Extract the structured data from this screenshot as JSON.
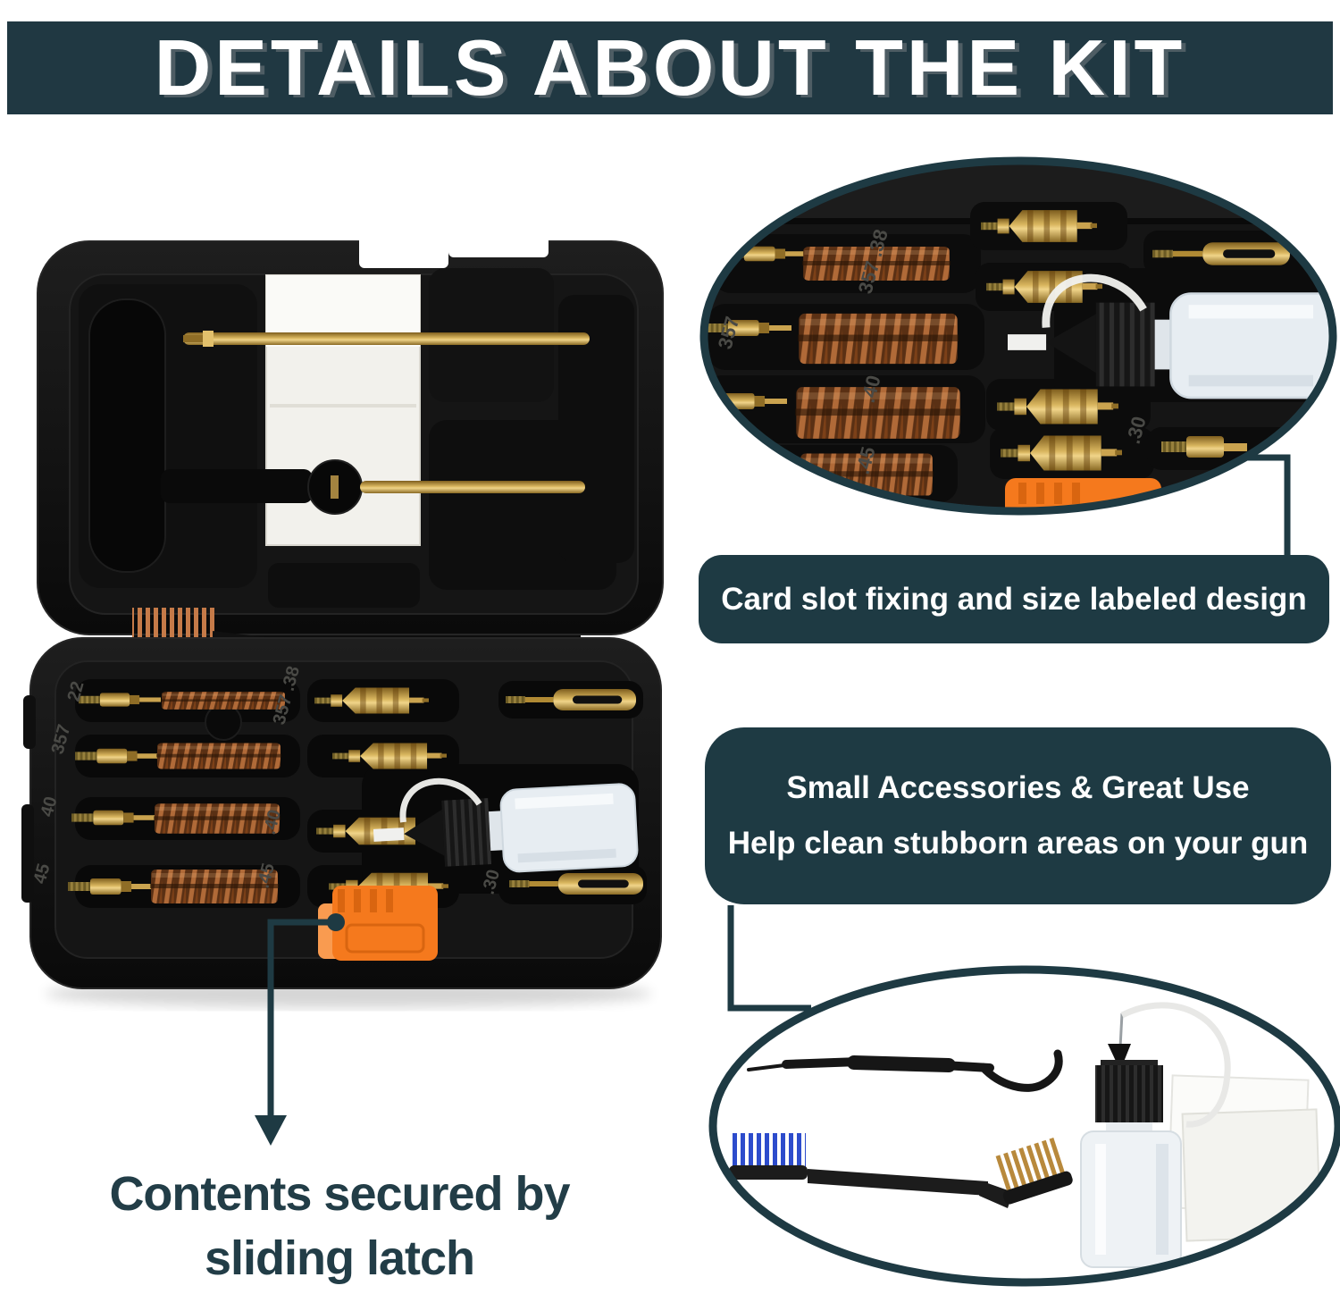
{
  "header": {
    "title": "DETAILS ABOUT THE KIT"
  },
  "callouts": {
    "card_slot": {
      "text": "Card slot fixing and size labeled design"
    },
    "accessories": {
      "line1": "Small Accessories & Great Use",
      "line2": "Help clean stubborn areas on your gun"
    },
    "latch": {
      "line1": "Contents secured by",
      "line2": "sliding latch"
    }
  },
  "photo": {
    "description": "open black gun cleaning kit case with brass rods, bore brushes, jags, oil bottle and orange sliding latch",
    "calibers": {
      "left": [
        "22",
        "357",
        "40",
        "45"
      ],
      "mid": [
        "357 .38",
        ".40",
        ".45"
      ],
      "right": [
        ".30"
      ]
    }
  },
  "icons": {
    "down_arrow": "triangle-down",
    "latch_anchor": "circle-dot"
  },
  "colors": {
    "accent": "#1e3a43",
    "header_bg": "#203842",
    "caption_text": "#223d47",
    "latch_orange": "#f5791d",
    "latch_orange_light": "#f99b50",
    "brass": "#d9b65f",
    "bronze": "#a55c30",
    "copper": "#c57a48",
    "nylon_blue": "#2d4ccc",
    "case_black": "#111111",
    "bottle_tint": "#eef2f5",
    "background": "#ffffff"
  }
}
